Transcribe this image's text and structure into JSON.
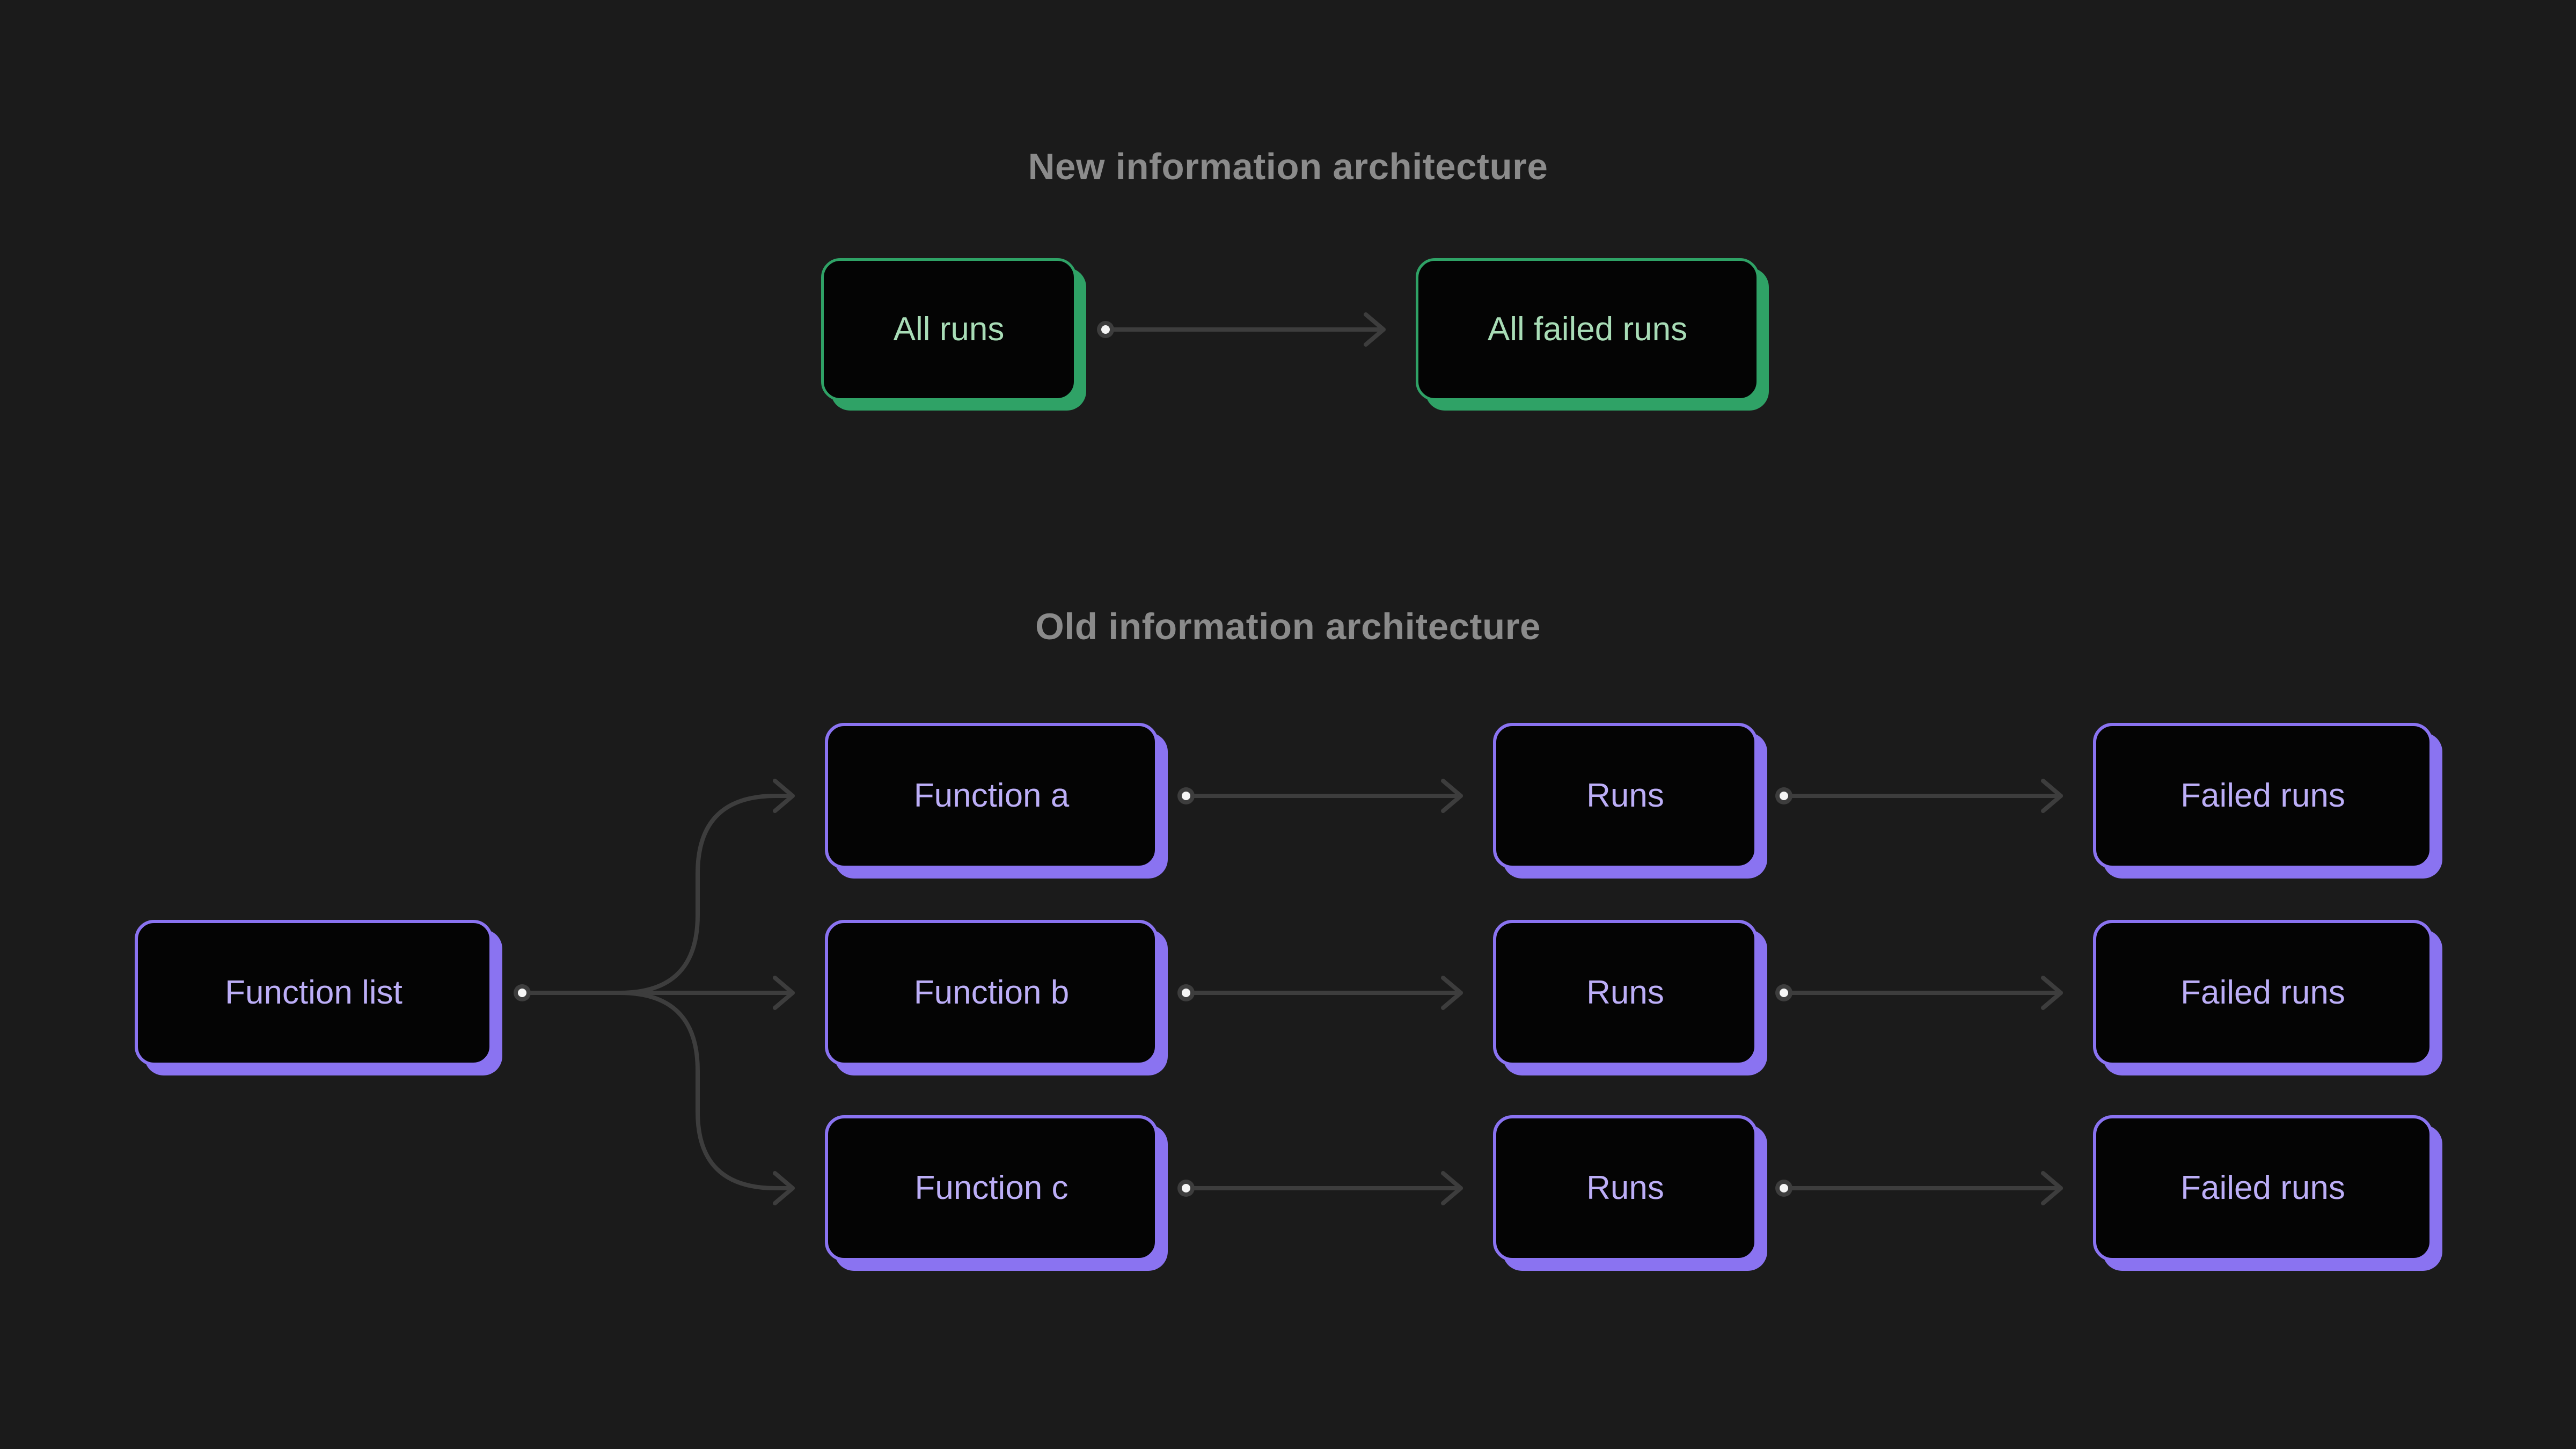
{
  "new_section": {
    "title": "New information architecture",
    "nodes": {
      "all_runs": "All runs",
      "all_failed_runs": "All failed runs"
    }
  },
  "old_section": {
    "title": "Old information architecture",
    "nodes": {
      "function_list": "Function list",
      "function_a": "Function a",
      "function_b": "Function b",
      "function_c": "Function c",
      "runs_a": "Runs",
      "runs_b": "Runs",
      "runs_c": "Runs",
      "failed_a": "Failed runs",
      "failed_b": "Failed runs",
      "failed_c": "Failed runs"
    }
  },
  "edges": [
    {
      "from": "All runs",
      "to": "All failed runs"
    },
    {
      "from": "Function list",
      "to": "Function a"
    },
    {
      "from": "Function list",
      "to": "Function b"
    },
    {
      "from": "Function list",
      "to": "Function c"
    },
    {
      "from": "Function a",
      "to": "Runs"
    },
    {
      "from": "Function b",
      "to": "Runs"
    },
    {
      "from": "Function c",
      "to": "Runs"
    },
    {
      "from": "Runs",
      "to": "Failed runs"
    },
    {
      "from": "Runs",
      "to": "Failed runs"
    },
    {
      "from": "Runs",
      "to": "Failed runs"
    }
  ],
  "colors": {
    "background": "#1b1b1b",
    "node_fill": "#040404",
    "green_accent": "#2fa266",
    "green_text": "#a8dcb6",
    "purple_accent": "#8a73f1",
    "purple_text": "#bcaef7",
    "connector_gray": "#3d3d3d",
    "dot_core_white": "#f5f5f5",
    "title_gray": "#8b8b8b"
  }
}
